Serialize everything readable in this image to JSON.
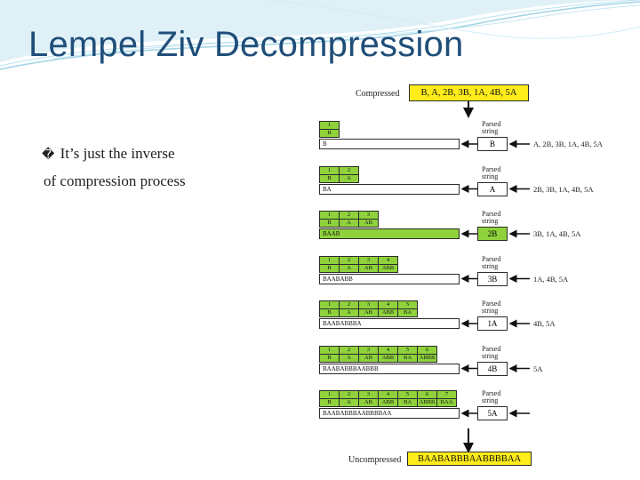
{
  "slide": {
    "title": "Lempel Ziv Decompression",
    "bullet_glyph": "�",
    "bullet_line1": "It’s just the inverse",
    "bullet_line2": "of compression process"
  },
  "figure": {
    "compressed_label": "Compressed",
    "compressed_value": "B, A, 2B, 3B, 1A, 4B, 5A",
    "uncompressed_label": "Uncompressed",
    "uncompressed_value": "BAABABBBAABBBBAA",
    "parsed_label": "Parsed string",
    "steps": [
      {
        "indices": [
          "1"
        ],
        "entries": [
          "B"
        ],
        "output": "B",
        "parsed": "B",
        "remaining": "A, 2B, 3B, 1A, 4B, 5A"
      },
      {
        "indices": [
          "1",
          "2"
        ],
        "entries": [
          "B",
          "A"
        ],
        "output": "BA",
        "parsed": "A",
        "remaining": "2B, 3B, 1A, 4B, 5A"
      },
      {
        "indices": [
          "1",
          "2",
          "3"
        ],
        "entries": [
          "B",
          "A",
          "AB"
        ],
        "output": "BAAB",
        "parsed": "2B",
        "remaining": "3B, 1A, 4B, 5A"
      },
      {
        "indices": [
          "1",
          "2",
          "3",
          "4"
        ],
        "entries": [
          "B",
          "A",
          "AB",
          "ABB"
        ],
        "output": "BAABABB",
        "parsed": "3B",
        "remaining": "1A, 4B, 5A"
      },
      {
        "indices": [
          "1",
          "2",
          "3",
          "4",
          "5"
        ],
        "entries": [
          "B",
          "A",
          "AB",
          "ABB",
          "BA"
        ],
        "output": "BAABABBBA",
        "parsed": "1A",
        "remaining": "4B, 5A"
      },
      {
        "indices": [
          "1",
          "2",
          "3",
          "4",
          "5",
          "6"
        ],
        "entries": [
          "B",
          "A",
          "AB",
          "ABB",
          "BA",
          "ABBB"
        ],
        "output": "BAABABBBAABBB",
        "parsed": "4B",
        "remaining": "5A"
      },
      {
        "indices": [
          "1",
          "2",
          "3",
          "4",
          "5",
          "6",
          "7"
        ],
        "entries": [
          "B",
          "A",
          "AB",
          "ABB",
          "BA",
          "ABBB",
          "BAA"
        ],
        "output": "BAABABBBAABBBBAA",
        "parsed": "5A",
        "remaining": ""
      }
    ],
    "colors": {
      "green": "#8fd23c",
      "yellow": "#ffec1a",
      "title_blue": "#1f4e79"
    }
  }
}
